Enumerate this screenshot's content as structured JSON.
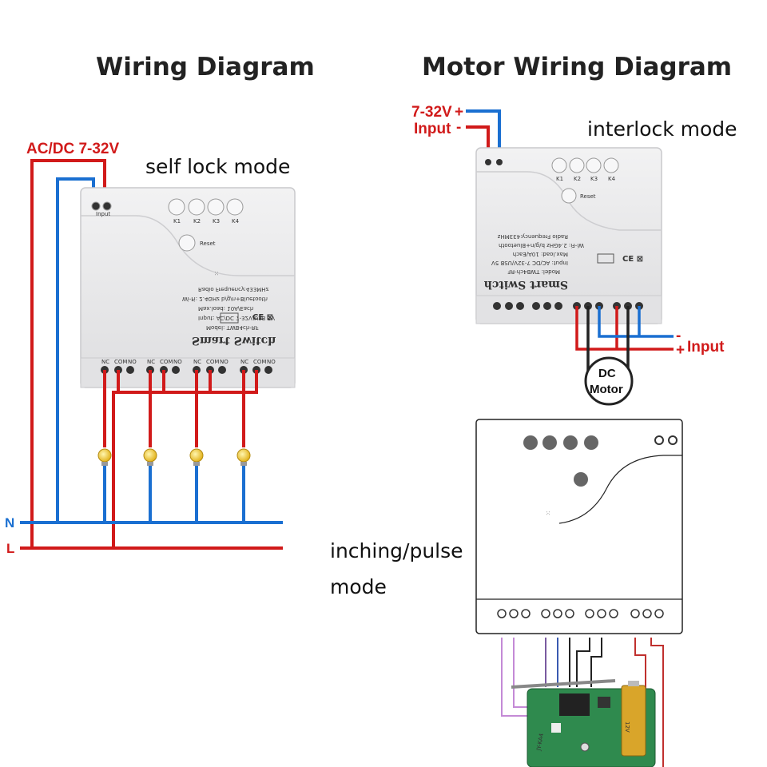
{
  "left_diagram": {
    "title": "Wiring Diagram",
    "mode_label": "self lock mode",
    "supply_label": "AC/DC 7-32V",
    "neutral_label": "N",
    "live_label": "L",
    "input_label": "Input",
    "buttons": [
      "K1",
      "K2",
      "K3",
      "K4"
    ],
    "reset_label": "Reset",
    "device_lines": [
      "Radio Frequency:433MHz",
      "Wi-Fi: 2.4GHz b/g/n+Bluetooth",
      "Max.load: 10A/Each",
      "Input: AC/DC 7-32V/USB 5V",
      "Model: TWB4ch-RF"
    ],
    "brand_label": "Smart Switch",
    "terminal_labels": [
      "NC",
      "COM",
      "NO"
    ]
  },
  "right_diagram": {
    "title": "Motor Wiring Diagram",
    "mode_label": "interlock mode",
    "supply_label": "7-32V",
    "supply_input_label": "Input",
    "plus_sign": "+",
    "minus_sign": "-",
    "output_input_label": "Input",
    "motor_label_1": "DC",
    "motor_label_2": "Motor",
    "buttons": [
      "K1",
      "K2",
      "K3",
      "K4"
    ],
    "reset_label": "Reset",
    "device_lines": [
      "Radio Frequency:433MHz",
      "Wi-Fi: 2.4GHz b/g/n+Bluetooth",
      "Max.load: 10A/Each",
      "Input: AC/DC 7-32V/USB 5V",
      "Model: TWB4ch-RF"
    ],
    "brand_label": "Smart Switch"
  },
  "bottom_diagram": {
    "mode_label_line1": "inching/pulse",
    "mode_label_line2": "mode",
    "board_label": "JY-KA4",
    "battery_label": "12V"
  },
  "colors": {
    "red_wire": "#d11a1a",
    "blue_wire": "#1a6fd1",
    "dark_wire": "#222222",
    "purple_wire": "#c48ad6",
    "device_body": "#e9e9ea",
    "pcb_green": "#2f8a4e",
    "battery_gold": "#d9a52a"
  }
}
